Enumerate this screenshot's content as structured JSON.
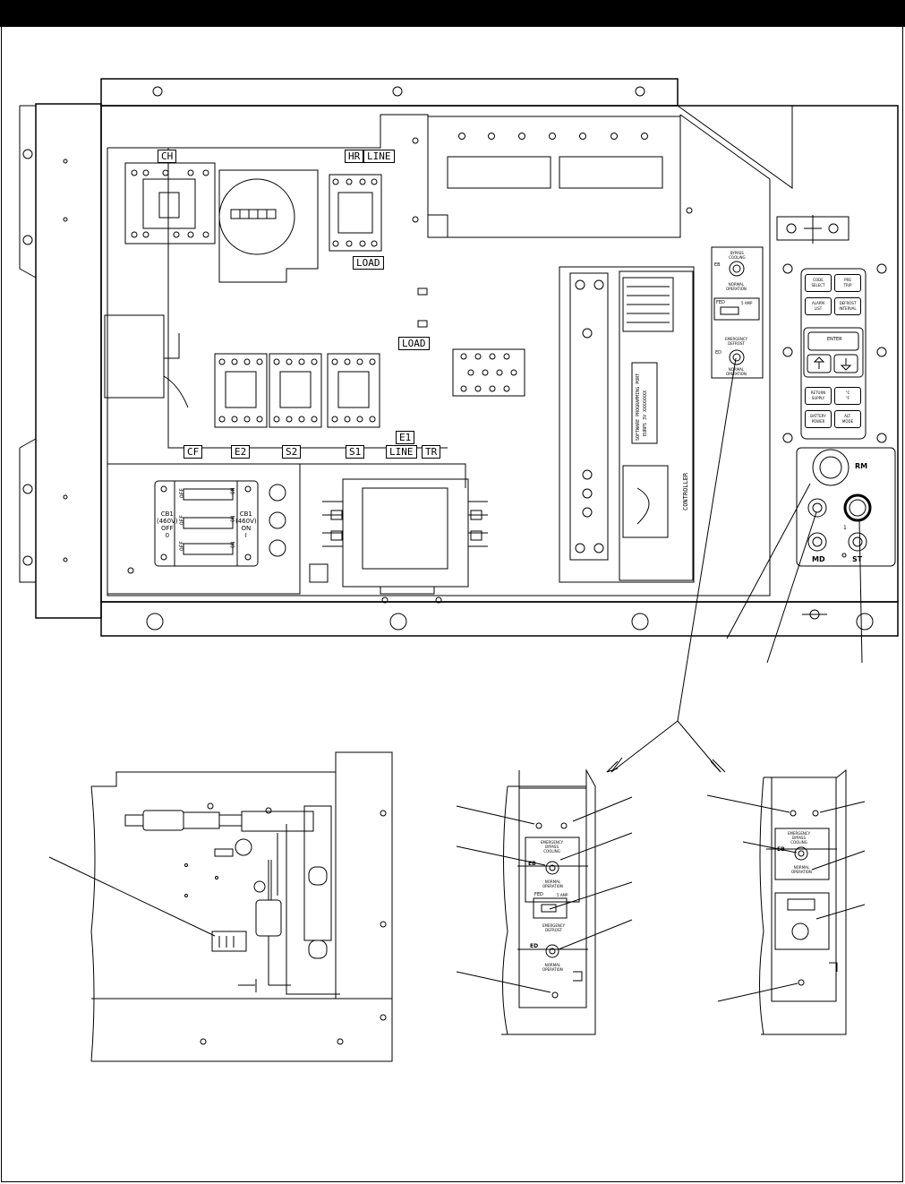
{
  "colors": {
    "ink": "#000000",
    "paper": "#ffffff"
  },
  "contactors": {
    "ch": "CH",
    "hr": "HR",
    "line_top": "LINE",
    "load_top": "LOAD",
    "load_mid": "LOAD",
    "cf": "CF",
    "e2": "E2",
    "s2": "S2",
    "s1": "S1",
    "e1": "E1",
    "line_bottom": "LINE",
    "tr": "TR"
  },
  "breaker": {
    "left_title": "CB1",
    "left_voltage": "(460V)",
    "left_state": "OFF",
    "left_symbol": "0",
    "right_title": "CB1",
    "right_voltage": "(460V)",
    "right_state": "ON",
    "right_symbol": "I",
    "off": "OFF",
    "on": "ON"
  },
  "keypad": {
    "code_select": [
      "CODE",
      "SELECT"
    ],
    "pre_trip": [
      "PRE",
      "TRIP"
    ],
    "alarm_list": [
      "ALARM",
      "LIST"
    ],
    "defrost_interval": [
      "DEFROST",
      "INTERVAL"
    ],
    "enter": "ENTER",
    "return_supply": [
      "RETURN",
      "SUPPLY"
    ],
    "deg_c_f": [
      "°C",
      "°F"
    ],
    "battery_power": [
      "BATTERY",
      "POWER"
    ],
    "alt_mode": [
      "ALT.",
      "MODE"
    ]
  },
  "controller": {
    "name": "CONTROLLER",
    "port": "SOFTWARE PROGRAMMING PORT",
    "sticker": "EURPS 3V  XXXXXXXX"
  },
  "switch_panel": {
    "eb": "EB",
    "ed": "ED",
    "fed": "FED",
    "amp": "5 AMP",
    "bypass": [
      "BYPASS",
      "COOLING"
    ],
    "normal": [
      "NORMAL",
      "OPERATION"
    ],
    "emergency": [
      "EMERGENCY",
      "DEFROST"
    ]
  },
  "detail_right": {
    "emergency": [
      "EMERGENCY",
      "BYPASS",
      "COOLING"
    ],
    "eb": "EB",
    "normal": [
      "NORMAL",
      "OPERATION"
    ]
  },
  "sockets": {
    "rm": "RM",
    "md": "MD",
    "st": "ST",
    "one": "1"
  }
}
